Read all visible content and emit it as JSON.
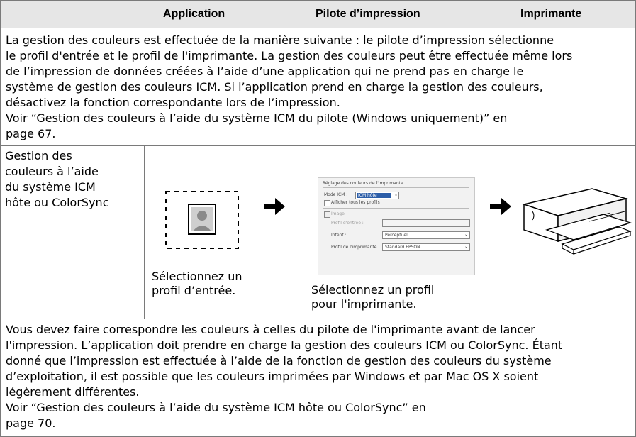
{
  "header": {
    "col1": "Application",
    "col2": "Pilote d’impression",
    "col3": "Imprimante"
  },
  "section1": {
    "lines": [
      "La gestion des couleurs est effectuée de la manière suivante : le pilote d’impression sélectionne",
      "le profil d'entrée et le profil de l'imprimante. La gestion des couleurs peut être effectuée même lors",
      "de l’impression de données créées à l’aide d’une application qui ne prend pas en charge le",
      "système de gestion des couleurs ICM. Si l’application prend en charge la gestion des couleurs,",
      "désactivez la fonction correspondante lors de l’impression.",
      "Voir “Gestion des couleurs à l’aide du système ICM du pilote (Windows uniquement)” en",
      "page 67."
    ]
  },
  "section2": {
    "label_lines": [
      "Gestion des",
      "couleurs à l’aide",
      "du système ICM",
      "hôte ou ColorSync"
    ],
    "caption_app": [
      "Sélectionnez un",
      "profil d’entrée."
    ],
    "caption_driver": [
      "Sélectionnez un profil",
      "pour l'imprimante."
    ],
    "dialog": {
      "group_title": "Réglage des couleurs de l'imprimante",
      "mode_label": "Mode ICM :",
      "mode_value": "ICM hôte",
      "show_all": "Afficher tous les profils",
      "image_label": "Image",
      "input_profile_label": "Profil d'entrée :",
      "intent_label": "Intent :",
      "intent_value": "Perceptuel",
      "printer_profile_label": "Profil de l'imprimante :",
      "printer_profile_value": "Standard EPSON"
    }
  },
  "section3": {
    "lines": [
      "Vous devez faire correspondre les couleurs à celles du pilote de l'imprimante avant de lancer",
      "l'impression. L’application doit prendre en charge la gestion des couleurs ICM ou ColorSync. Étant",
      "donné que l’impression est effectuée à l’aide de la fonction de gestion des couleurs du système",
      "d’exploitation, il est possible que les couleurs imprimées par Windows et par Mac OS X soient",
      "légèrement différentes.",
      "Voir “Gestion des couleurs à l’aide du système ICM hôte ou ColorSync” en",
      "page 70."
    ]
  }
}
